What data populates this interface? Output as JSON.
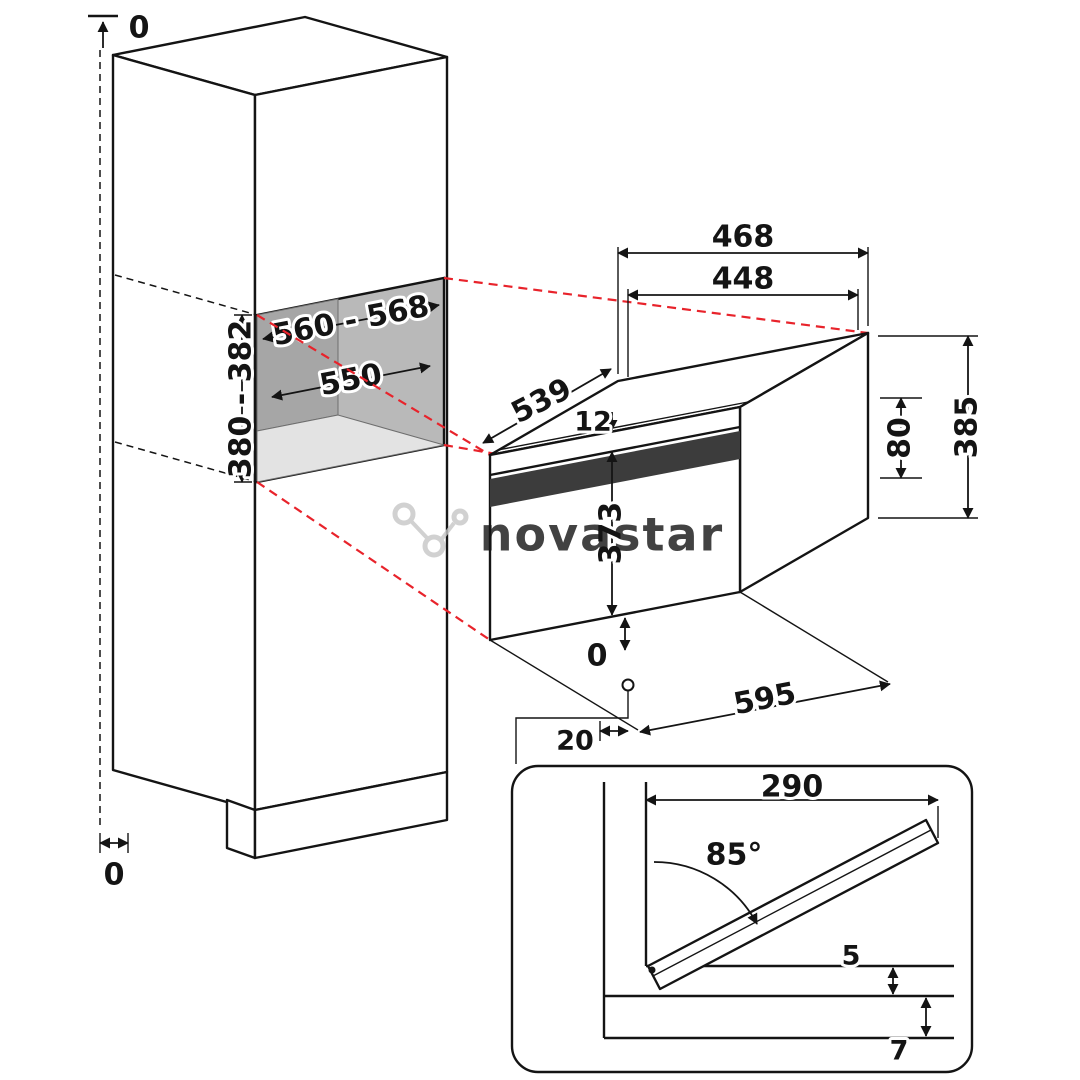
{
  "watermark": {
    "brand": "novastar"
  },
  "colors": {
    "projection_line": "#e8232b",
    "watermark": "#c6c6c6"
  },
  "cabinet": {
    "top_clearance": "0",
    "bottom_clearance": "0",
    "niche_width_range": "560 - 568",
    "niche_inner_width": "550",
    "niche_height_range": "380 - 382"
  },
  "oven": {
    "depth_with_door": "468",
    "body_depth": "448",
    "body_width": "539",
    "top_gap": "12",
    "door_height": "373",
    "rear_height": "80",
    "total_height": "385",
    "front_width": "595",
    "bottom_clearance": "0",
    "socket_offset": "20"
  },
  "door_detail": {
    "projection": "290",
    "opening_angle": "85°",
    "upper_clearance": "5",
    "lower_clearance": "7"
  }
}
